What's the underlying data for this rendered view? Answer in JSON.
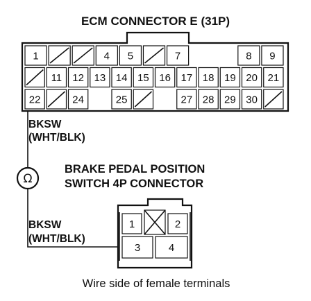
{
  "ecm_connector": {
    "title": "ECM CONNECTOR E (31P)",
    "rows": [
      [
        "1",
        "/",
        "/",
        "4",
        "5",
        "/",
        "7",
        "",
        "8",
        "9"
      ],
      [
        "/",
        "11",
        "12",
        "13",
        "14",
        "15",
        "16",
        "17",
        "18",
        "19",
        "20",
        "21"
      ],
      [
        "22",
        "/",
        "24",
        "",
        "25",
        "/",
        "",
        "27",
        "28",
        "29",
        "30",
        "/"
      ]
    ]
  },
  "wires": {
    "top_signal": "BKSW",
    "top_color": "(WHT/BLK)",
    "bottom_signal": "BKSW",
    "bottom_color": "(WHT/BLK)"
  },
  "switch_connector": {
    "title_line1": "BRAKE PEDAL POSITION",
    "title_line2": "SWITCH 4P CONNECTOR",
    "pins": [
      "1",
      "2",
      "3",
      "4"
    ]
  },
  "caption": "Wire side of female terminals"
}
